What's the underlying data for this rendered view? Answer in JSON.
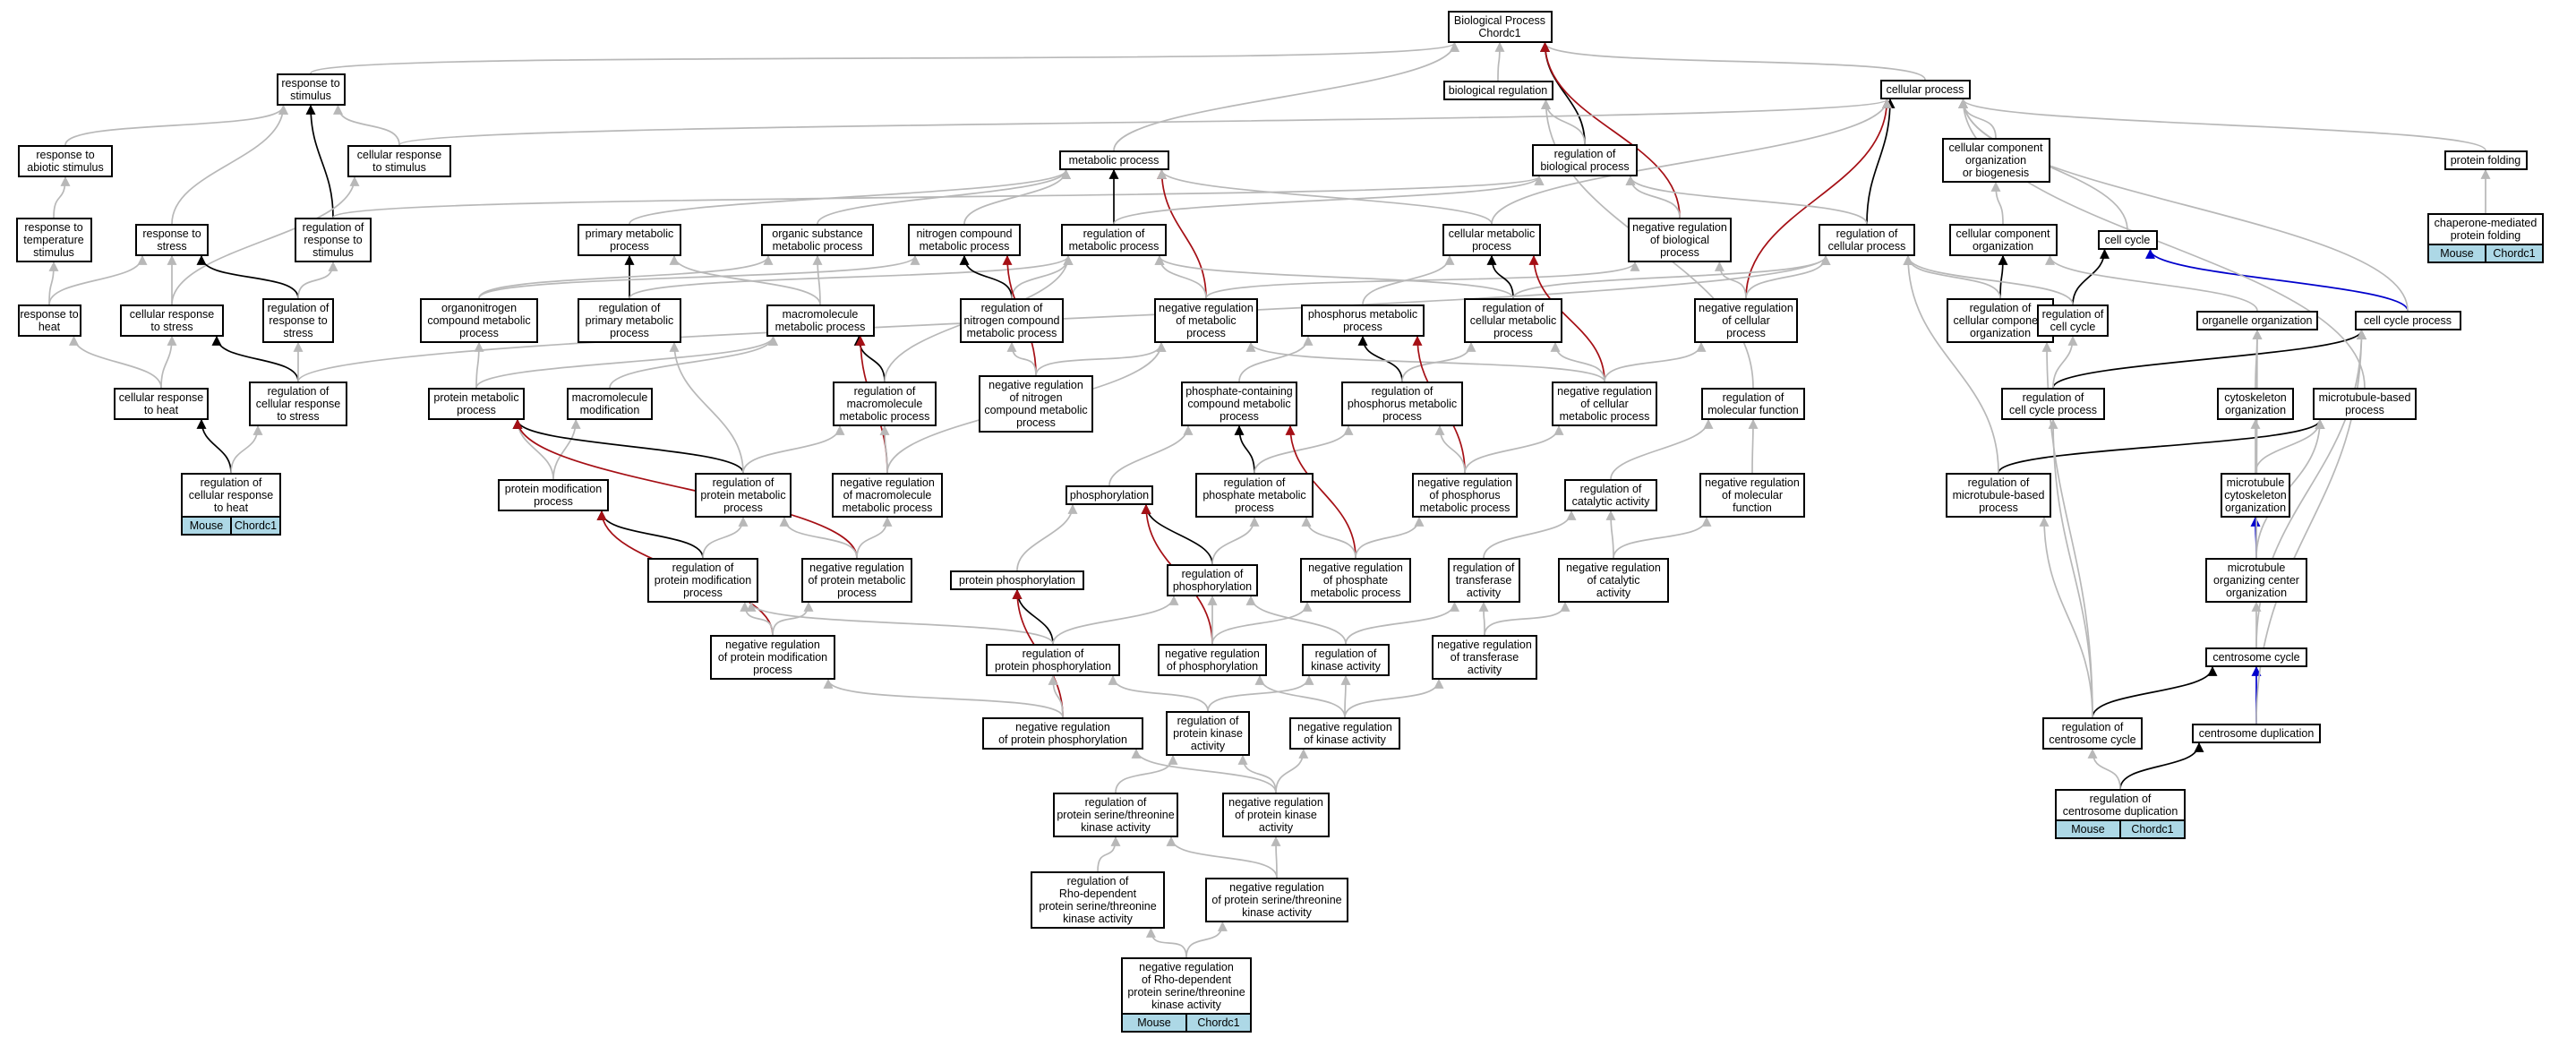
{
  "colors": {
    "is_a": "#b8b8b8",
    "regulates": "#000000",
    "negatively_regulates": "#a50f15",
    "part_of": "#0000cc",
    "tag_fill": "#add8e6"
  },
  "nodes": [
    {
      "id": "bp",
      "label": "Biological Process\nChordc1"
    },
    {
      "id": "biolreg",
      "label": "biological regulation"
    },
    {
      "id": "cellproc",
      "label": "cellular process"
    },
    {
      "id": "respstim",
      "label": "response to\nstimulus"
    },
    {
      "id": "respabio",
      "label": "response to\nabiotic stimulus"
    },
    {
      "id": "cellrespstim",
      "label": "cellular response\nto stimulus"
    },
    {
      "id": "metproc",
      "label": "metabolic process"
    },
    {
      "id": "regbio",
      "label": "regulation of\nbiological process"
    },
    {
      "id": "ccob",
      "label": "cellular component\norganization\nor biogenesis"
    },
    {
      "id": "protfold",
      "label": "protein folding"
    },
    {
      "id": "chaperone",
      "label": "chaperone-mediated\nprotein folding",
      "tag": true
    },
    {
      "id": "resptemp",
      "label": "response to\ntemperature\nstimulus"
    },
    {
      "id": "respstress",
      "label": "response to\nstress"
    },
    {
      "id": "regrespstim",
      "label": "regulation of\nresponse to\nstimulus"
    },
    {
      "id": "primmet",
      "label": "primary metabolic\nprocess"
    },
    {
      "id": "orgsub",
      "label": "organic substance\nmetabolic process"
    },
    {
      "id": "nitro",
      "label": "nitrogen compound\nmetabolic process"
    },
    {
      "id": "regmet",
      "label": "regulation of\nmetabolic process"
    },
    {
      "id": "cellmet",
      "label": "cellular metabolic\nprocess"
    },
    {
      "id": "negregbio",
      "label": "negative regulation\nof biological\nprocess"
    },
    {
      "id": "regcellproc",
      "label": "regulation of\ncellular process"
    },
    {
      "id": "cco",
      "label": "cellular component\norganization"
    },
    {
      "id": "cellcycle",
      "label": "cell cycle"
    },
    {
      "id": "resptoheat",
      "label": "response to\nheat"
    },
    {
      "id": "cellrespstress",
      "label": "cellular response\nto stress"
    },
    {
      "id": "regrespstress",
      "label": "regulation of\nresponse to\nstress"
    },
    {
      "id": "organonitro",
      "label": "organonitrogen\ncompound metabolic\nprocess"
    },
    {
      "id": "regprimmet",
      "label": "regulation of\nprimary metabolic\nprocess"
    },
    {
      "id": "macromet",
      "label": "macromolecule\nmetabolic process"
    },
    {
      "id": "regnitro",
      "label": "regulation of\nnitrogen compound\nmetabolic process"
    },
    {
      "id": "negregmet",
      "label": "negative regulation\nof metabolic\nprocess"
    },
    {
      "id": "phosmet",
      "label": "phosphorus metabolic\nprocess"
    },
    {
      "id": "regcellmet",
      "label": "regulation of\ncellular metabolic\nprocess"
    },
    {
      "id": "negregcellproc",
      "label": "negative regulation\nof cellular\nprocess"
    },
    {
      "id": "regccorg",
      "label": "regulation of\ncellular component\norganization"
    },
    {
      "id": "regcellcycle",
      "label": "regulation of\ncell cycle"
    },
    {
      "id": "organelleorg",
      "label": "organelle organization"
    },
    {
      "id": "cellcycleproc",
      "label": "cell cycle process"
    },
    {
      "id": "cellresptoheat",
      "label": "cellular response\nto heat"
    },
    {
      "id": "regcellrespstress",
      "label": "regulation of\ncellular response\nto stress"
    },
    {
      "id": "protmet",
      "label": "protein metabolic\nprocess"
    },
    {
      "id": "macromod",
      "label": "macromolecule\nmodification"
    },
    {
      "id": "regmacromet",
      "label": "regulation of\nmacromolecule\nmetabolic process"
    },
    {
      "id": "negregnitro",
      "label": "negative regulation\nof nitrogen\ncompound metabolic\nprocess"
    },
    {
      "id": "phoscont",
      "label": "phosphate-containing\ncompound metabolic\nprocess"
    },
    {
      "id": "regphosmet",
      "label": "regulation of\nphosphorus metabolic\nprocess"
    },
    {
      "id": "negregcellmet",
      "label": "negative regulation\nof cellular\nmetabolic process"
    },
    {
      "id": "regmolfunc",
      "label": "regulation of\nmolecular function"
    },
    {
      "id": "regcellcycleproc",
      "label": "regulation of\ncell cycle process"
    },
    {
      "id": "cytoorg",
      "label": "cytoskeleton\norganization"
    },
    {
      "id": "mtbased",
      "label": "microtubule-based\nprocess"
    },
    {
      "id": "regcellresptoheat",
      "label": "regulation of\ncellular response\nto heat",
      "tag": true
    },
    {
      "id": "protmod",
      "label": "protein modification\nprocess"
    },
    {
      "id": "regprotmet",
      "label": "regulation of\nprotein metabolic\nprocess"
    },
    {
      "id": "negregmacromet",
      "label": "negative regulation\nof macromolecule\nmetabolic process"
    },
    {
      "id": "phosphorylation",
      "label": "phosphorylation"
    },
    {
      "id": "regphosphatemet",
      "label": "regulation of\nphosphate metabolic\nprocess"
    },
    {
      "id": "negregphosmet",
      "label": "negative regulation\nof phosphorus\nmetabolic process"
    },
    {
      "id": "regcatact",
      "label": "regulation of\ncatalytic activity"
    },
    {
      "id": "negregmolfunc",
      "label": "negative regulation\nof molecular\nfunction"
    },
    {
      "id": "regmtbased",
      "label": "regulation of\nmicrotubule-based\nprocess"
    },
    {
      "id": "mtcyto",
      "label": "microtubule\ncytoskeleton\norganization"
    },
    {
      "id": "regprotmod",
      "label": "regulation of\nprotein modification\nprocess"
    },
    {
      "id": "negregprotmet",
      "label": "negative regulation\nof protein metabolic\nprocess"
    },
    {
      "id": "protphos",
      "label": "protein phosphorylation"
    },
    {
      "id": "regphosphorylation",
      "label": "regulation of\nphosphorylation"
    },
    {
      "id": "negregphosphatemet",
      "label": "negative regulation\nof phosphate\nmetabolic process"
    },
    {
      "id": "regtransferase",
      "label": "regulation of\ntransferase\nactivity"
    },
    {
      "id": "negregcatact",
      "label": "negative regulation\nof catalytic\nactivity"
    },
    {
      "id": "mtoc",
      "label": "microtubule\norganizing center\norganization"
    },
    {
      "id": "negregprotmod",
      "label": "negative regulation\nof protein modification\nprocess"
    },
    {
      "id": "regprotphos",
      "label": "regulation of\nprotein phosphorylation"
    },
    {
      "id": "negregphosphorylation",
      "label": "negative regulation\nof phosphorylation"
    },
    {
      "id": "regkinase",
      "label": "regulation of\nkinase activity"
    },
    {
      "id": "negregtransferase",
      "label": "negative regulation\nof transferase\nactivity"
    },
    {
      "id": "centcycle",
      "label": "centrosome cycle"
    },
    {
      "id": "negregprotphos",
      "label": "negative regulation\nof protein phosphorylation"
    },
    {
      "id": "regprotkinase",
      "label": "regulation of\nprotein kinase\nactivity"
    },
    {
      "id": "negregkinase",
      "label": "negative regulation\nof kinase activity"
    },
    {
      "id": "regcentcycle",
      "label": "regulation of\ncentrosome cycle"
    },
    {
      "id": "centdup",
      "label": "centrosome duplication"
    },
    {
      "id": "regprotserthr",
      "label": "regulation of\nprotein serine/threonine\nkinase activity"
    },
    {
      "id": "negregprotkinase",
      "label": "negative regulation\nof protein kinase\nactivity"
    },
    {
      "id": "regcentdup",
      "label": "regulation of\ncentrosome duplication",
      "tag": true
    },
    {
      "id": "regrho",
      "label": "regulation of\nRho-dependent\nprotein serine/threonine\nkinase activity"
    },
    {
      "id": "negregprotserthr",
      "label": "negative regulation\nof protein serine/threonine\nkinase activity"
    },
    {
      "id": "negregrho",
      "label": "negative regulation\nof Rho-dependent\nprotein serine/threonine\nkinase activity",
      "tag": true
    }
  ],
  "tags": [
    "Mouse",
    "Chordc1"
  ],
  "edges": [
    [
      "biolreg",
      "bp",
      "g"
    ],
    [
      "cellproc",
      "bp",
      "g"
    ],
    [
      "respstim",
      "bp",
      "g"
    ],
    [
      "metproc",
      "bp",
      "g"
    ],
    [
      "regbio",
      "bp",
      "k"
    ],
    [
      "negregbio",
      "bp",
      "r"
    ],
    [
      "regbio",
      "biolreg",
      "g"
    ],
    [
      "respabio",
      "respstim",
      "g"
    ],
    [
      "cellrespstim",
      "respstim",
      "g"
    ],
    [
      "regrespstim",
      "respstim",
      "k"
    ],
    [
      "respstress",
      "respstim",
      "g"
    ],
    [
      "cellrespstim",
      "cellproc",
      "g"
    ],
    [
      "ccob",
      "cellproc",
      "g"
    ],
    [
      "protfold",
      "cellproc",
      "g"
    ],
    [
      "cellcycle",
      "cellproc",
      "g"
    ],
    [
      "regcellproc",
      "cellproc",
      "k"
    ],
    [
      "negregcellproc",
      "cellproc",
      "r"
    ],
    [
      "cellmet",
      "cellproc",
      "g"
    ],
    [
      "chaperone",
      "protfold",
      "g"
    ],
    [
      "resptemp",
      "respabio",
      "g"
    ],
    [
      "resptoheat",
      "resptemp",
      "g"
    ],
    [
      "resptoheat",
      "respstress",
      "g"
    ],
    [
      "cellrespstress",
      "respstress",
      "g"
    ],
    [
      "cellrespstress",
      "cellrespstim",
      "g"
    ],
    [
      "regrespstress",
      "respstress",
      "k"
    ],
    [
      "regrespstress",
      "regrespstim",
      "g"
    ],
    [
      "regrespstim",
      "regbio",
      "g"
    ],
    [
      "primmet",
      "metproc",
      "g"
    ],
    [
      "orgsub",
      "metproc",
      "g"
    ],
    [
      "nitro",
      "metproc",
      "g"
    ],
    [
      "regmet",
      "metproc",
      "k"
    ],
    [
      "negregmet",
      "metproc",
      "r"
    ],
    [
      "cellmet",
      "metproc",
      "g"
    ],
    [
      "regmet",
      "regbio",
      "g"
    ],
    [
      "negregbio",
      "regbio",
      "g"
    ],
    [
      "regcellproc",
      "regbio",
      "g"
    ],
    [
      "cco",
      "ccob",
      "g"
    ],
    [
      "regccorg",
      "cco",
      "k"
    ],
    [
      "regccorg",
      "regcellproc",
      "g"
    ],
    [
      "regcellcycle",
      "cellcycle",
      "k"
    ],
    [
      "regcellcycle",
      "regcellproc",
      "g"
    ],
    [
      "cellcycleproc",
      "cellcycle",
      "b"
    ],
    [
      "regprimmet",
      "primmet",
      "k"
    ],
    [
      "regprimmet",
      "regmet",
      "g"
    ],
    [
      "organonitro",
      "orgsub",
      "g"
    ],
    [
      "organonitro",
      "nitro",
      "g"
    ],
    [
      "macromet",
      "orgsub",
      "g"
    ],
    [
      "macromet",
      "primmet",
      "g"
    ],
    [
      "regnitro",
      "nitro",
      "k"
    ],
    [
      "regnitro",
      "regmet",
      "g"
    ],
    [
      "negregmet",
      "regmet",
      "g"
    ],
    [
      "negregmet",
      "negregbio",
      "g"
    ],
    [
      "phosmet",
      "cellmet",
      "g"
    ],
    [
      "regcellmet",
      "cellmet",
      "k"
    ],
    [
      "regcellmet",
      "regmet",
      "g"
    ],
    [
      "regcellmet",
      "regcellproc",
      "g"
    ],
    [
      "negregcellproc",
      "negregbio",
      "g"
    ],
    [
      "negregcellproc",
      "regcellproc",
      "g"
    ],
    [
      "organelleorg",
      "cco",
      "g"
    ],
    [
      "cellcycleproc",
      "cellproc",
      "g"
    ],
    [
      "cellresptoheat",
      "resptoheat",
      "g"
    ],
    [
      "cellresptoheat",
      "cellrespstress",
      "g"
    ],
    [
      "regcellrespstress",
      "cellrespstress",
      "k"
    ],
    [
      "regcellrespstress",
      "regrespstress",
      "g"
    ],
    [
      "regcellrespstress",
      "regcellproc",
      "g"
    ],
    [
      "protmet",
      "macromet",
      "g"
    ],
    [
      "protmet",
      "organonitro",
      "g"
    ],
    [
      "macromod",
      "macromet",
      "g"
    ],
    [
      "regmacromet",
      "macromet",
      "k"
    ],
    [
      "regmacromet",
      "regmet",
      "g"
    ],
    [
      "negregnitro",
      "nitro",
      "r"
    ],
    [
      "negregnitro",
      "regnitro",
      "g"
    ],
    [
      "negregnitro",
      "negregmet",
      "g"
    ],
    [
      "phoscont",
      "phosmet",
      "g"
    ],
    [
      "regphosmet",
      "phosmet",
      "k"
    ],
    [
      "regphosmet",
      "regcellmet",
      "g"
    ],
    [
      "negregcellmet",
      "cellmet",
      "r"
    ],
    [
      "negregcellmet",
      "regcellmet",
      "g"
    ],
    [
      "negregcellmet",
      "negregcellproc",
      "g"
    ],
    [
      "negregcellmet",
      "negregmet",
      "g"
    ],
    [
      "regmolfunc",
      "biolreg",
      "g"
    ],
    [
      "regcellcycleproc",
      "cellcycleproc",
      "k"
    ],
    [
      "regcellcycleproc",
      "regcellcycle",
      "g"
    ],
    [
      "cytoorg",
      "organelleorg",
      "g"
    ],
    [
      "mtbased",
      "cellproc",
      "g"
    ],
    [
      "regcellresptoheat",
      "cellresptoheat",
      "k"
    ],
    [
      "regcellresptoheat",
      "regcellrespstress",
      "g"
    ],
    [
      "protmod",
      "protmet",
      "g"
    ],
    [
      "protmod",
      "macromod",
      "g"
    ],
    [
      "regprotmet",
      "protmet",
      "k"
    ],
    [
      "regprotmet",
      "regmacromet",
      "g"
    ],
    [
      "regprotmet",
      "regprimmet",
      "g"
    ],
    [
      "negregmacromet",
      "macromet",
      "r"
    ],
    [
      "negregmacromet",
      "regmacromet",
      "g"
    ],
    [
      "negregmacromet",
      "negregmet",
      "g"
    ],
    [
      "phosphorylation",
      "phoscont",
      "g"
    ],
    [
      "regphosphatemet",
      "phoscont",
      "k"
    ],
    [
      "regphosphatemet",
      "regphosmet",
      "g"
    ],
    [
      "negregphosmet",
      "phosmet",
      "r"
    ],
    [
      "negregphosmet",
      "regphosmet",
      "g"
    ],
    [
      "negregphosmet",
      "negregcellmet",
      "g"
    ],
    [
      "regcatact",
      "regmolfunc",
      "g"
    ],
    [
      "negregmolfunc",
      "regmolfunc",
      "g"
    ],
    [
      "regmtbased",
      "mtbased",
      "k"
    ],
    [
      "regmtbased",
      "regcellproc",
      "g"
    ],
    [
      "mtcyto",
      "cytoorg",
      "g"
    ],
    [
      "mtcyto",
      "mtbased",
      "g"
    ],
    [
      "regprotmod",
      "protmod",
      "k"
    ],
    [
      "regprotmod",
      "regprotmet",
      "g"
    ],
    [
      "negregprotmet",
      "protmet",
      "r"
    ],
    [
      "negregprotmet",
      "regprotmet",
      "g"
    ],
    [
      "negregprotmet",
      "negregmacromet",
      "g"
    ],
    [
      "protphos",
      "phosphorylation",
      "g"
    ],
    [
      "regphosphorylation",
      "phosphorylation",
      "k"
    ],
    [
      "regphosphorylation",
      "regphosphatemet",
      "g"
    ],
    [
      "negregphosphatemet",
      "phoscont",
      "r"
    ],
    [
      "negregphosphatemet",
      "regphosphatemet",
      "g"
    ],
    [
      "negregphosphatemet",
      "negregphosmet",
      "g"
    ],
    [
      "regtransferase",
      "regcatact",
      "g"
    ],
    [
      "negregcatact",
      "regcatact",
      "g"
    ],
    [
      "negregcatact",
      "negregmolfunc",
      "g"
    ],
    [
      "mtoc",
      "mtcyto",
      "b"
    ],
    [
      "mtoc",
      "organelleorg",
      "g"
    ],
    [
      "mtoc",
      "mtbased",
      "g"
    ],
    [
      "negregprotmod",
      "protmod",
      "r"
    ],
    [
      "negregprotmod",
      "regprotmod",
      "g"
    ],
    [
      "negregprotmod",
      "negregprotmet",
      "g"
    ],
    [
      "regprotphos",
      "protphos",
      "k"
    ],
    [
      "regprotphos",
      "regphosphorylation",
      "g"
    ],
    [
      "regprotphos",
      "regprotmod",
      "g"
    ],
    [
      "negregphosphorylation",
      "phosphorylation",
      "r"
    ],
    [
      "negregphosphorylation",
      "regphosphorylation",
      "g"
    ],
    [
      "negregphosphorylation",
      "negregphosphatemet",
      "g"
    ],
    [
      "regkinase",
      "regtransferase",
      "g"
    ],
    [
      "regkinase",
      "regphosphorylation",
      "g"
    ],
    [
      "negregtransferase",
      "regtransferase",
      "g"
    ],
    [
      "negregtransferase",
      "negregcatact",
      "g"
    ],
    [
      "centcycle",
      "mtoc",
      "g"
    ],
    [
      "centcycle",
      "cellcycleproc",
      "g"
    ],
    [
      "negregprotphos",
      "protphos",
      "r"
    ],
    [
      "negregprotphos",
      "regprotphos",
      "g"
    ],
    [
      "negregprotphos",
      "negregprotmod",
      "g"
    ],
    [
      "regprotkinase",
      "regkinase",
      "g"
    ],
    [
      "regprotkinase",
      "regprotphos",
      "g"
    ],
    [
      "negregkinase",
      "regkinase",
      "g"
    ],
    [
      "negregkinase",
      "negregtransferase",
      "g"
    ],
    [
      "negregkinase",
      "negregphosphorylation",
      "g"
    ],
    [
      "regcentcycle",
      "centcycle",
      "k"
    ],
    [
      "regcentcycle",
      "regcellcycleproc",
      "g"
    ],
    [
      "regcentcycle",
      "regccorg",
      "g"
    ],
    [
      "regcentcycle",
      "regmtbased",
      "g"
    ],
    [
      "centdup",
      "centcycle",
      "b"
    ],
    [
      "centdup",
      "cellcycleproc",
      "g"
    ],
    [
      "regprotserthr",
      "regprotkinase",
      "g"
    ],
    [
      "negregprotkinase",
      "regprotkinase",
      "g"
    ],
    [
      "negregprotkinase",
      "negregkinase",
      "g"
    ],
    [
      "negregprotkinase",
      "negregprotphos",
      "g"
    ],
    [
      "regcentdup",
      "centdup",
      "k"
    ],
    [
      "regcentdup",
      "regcentcycle",
      "g"
    ],
    [
      "regrho",
      "regprotserthr",
      "g"
    ],
    [
      "negregprotserthr",
      "regprotserthr",
      "g"
    ],
    [
      "negregprotserthr",
      "negregprotkinase",
      "g"
    ],
    [
      "negregrho",
      "regrho",
      "g"
    ],
    [
      "negregrho",
      "negregprotserthr",
      "g"
    ]
  ]
}
